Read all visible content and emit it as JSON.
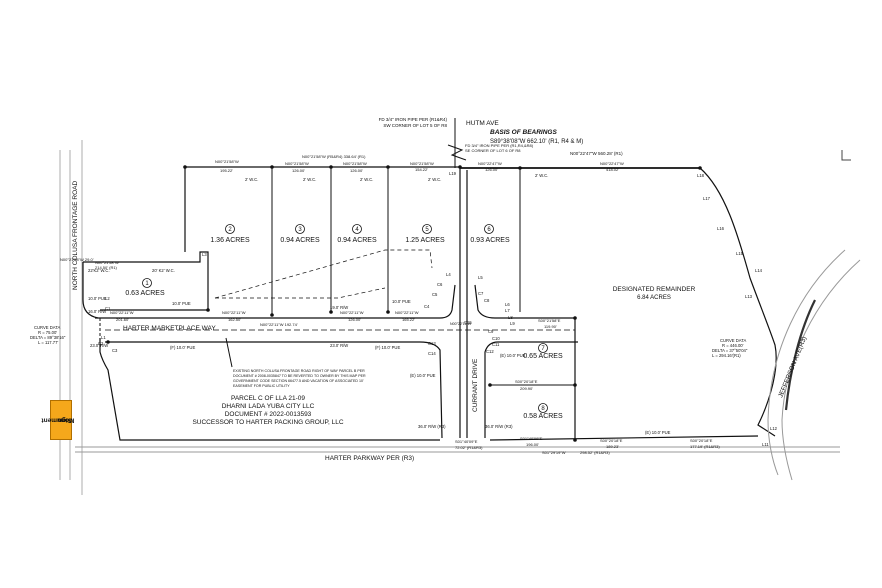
{
  "roads": {
    "north_colusa": "NORTH COLUSA FRONTAGE ROAD",
    "harter_marketplace": "HARTER MARKETPLACE WAY",
    "harter_parkway": "HARTER PARKWAY PER (R3)",
    "jefferson": "JEFFERSON AVE(R3)",
    "currant": "CURRANT DRIVE",
    "hutm": "HUTM AVE"
  },
  "basis": {
    "title": "BASIS OF BEARINGS",
    "line": "S89°38'08\"W 662.10' (R1, R4 & M)"
  },
  "iron_pipes": {
    "top_1": "FD 3/4\" IRON PIPE PER (R1&R4)",
    "top_2": "SW CORNER OF LOT 5 OF R8",
    "lower_1": "FD 3/4\" IRON PIPE PER (R1,R4,&R8)",
    "lower_2": "SE CORNER OF LOT 6 OF R8"
  },
  "lots": [
    {
      "num": "1",
      "acres": "0.63 ACRES"
    },
    {
      "num": "2",
      "acres": "1.36 ACRES"
    },
    {
      "num": "3",
      "acres": "0.94 ACRES"
    },
    {
      "num": "4",
      "acres": "0.94 ACRES"
    },
    {
      "num": "5",
      "acres": "1.25 ACRES"
    },
    {
      "num": "6",
      "acres": "0.93 ACRES"
    },
    {
      "num": "7",
      "acres": "0.65 ACRES"
    },
    {
      "num": "8",
      "acres": "0.58 ACRES"
    }
  ],
  "remainder": {
    "title": "DESIGNATED REMAINDER",
    "acres": "6.84 ACRES"
  },
  "parcel": {
    "l1": "PARCEL C OF LLA 21-09",
    "l2": "DHARNI LADA YUBA CITY LLC",
    "l3": "DOCUMENT # 2022-0013593",
    "l4": "SUCCESSOR TO HARTER PACKING GROUP, LLC"
  },
  "note": {
    "l1": "EXISTING NORTH COLUSA FRONTAGE ROAD RIGHT OF WAY PARCEL B PER",
    "l2": "DOCUMENT # 2008-0035847 TO BE REVERTED TO OWNER BY THIS MAP PER",
    "l3": "GOVERNMENT CODE SECTION 66477.5 AND VACATION OF ASSOCIATED 10'",
    "l4": "EASEMENT FOR PUBLIC UTILITY"
  },
  "curve_left": {
    "title": "CURVE DATA",
    "r": "R = 75.00'",
    "delta": "DELTA = 89°38'16\"",
    "l": "L = 117.77'"
  },
  "curve_right": {
    "title": "CURVE DATA",
    "r": "R = 446.00'",
    "delta": "DELTA = 37°50'04\"",
    "l": "L = 294.16'(R1)"
  },
  "sign": {
    "l1": "Monument",
    "l2": "Sign"
  },
  "top_bearings": {
    "b1": "N00°21'58\"W",
    "d1": "195.22'",
    "b2": "N00°21'58\"W (R5&R4) 338.64' (R1)",
    "b3": "N00°21'58\"W",
    "d3": "126.00'",
    "b4": "N00°21'58\"W",
    "d4": "126.00'",
    "b5": "N00°21'58\"W",
    "d5": "154.22'",
    "b6": "N00°22'47\"W",
    "d6": "126.00'",
    "b7": "N00°22'47\"W 560.28' (R1)",
    "b8": "N00°22'47\"W",
    "d8": "418.02'"
  },
  "mid_bearings": {
    "m1": "N00°22'11\"W",
    "m1d": "201.60'",
    "m2": "N00°22'11\"W",
    "m2d": "162.50'",
    "m3": "N00°22'11\"W 192.74'",
    "m4": "N00°22'11\"W",
    "m4d": "126.00'",
    "m5": "N00°22'11\"W",
    "m5d": "165.22'",
    "m6": "N00°22'11\"W",
    "m6d": "143.12'",
    "lot1_b": "N00°21'58\"W 29.0'",
    "lot1_b2": "N00°21'58\"W",
    "lot1_d2": "214.50' (R1)",
    "lot7_b": "S00°21'58\"E",
    "lot7_d": "119.90'",
    "lot7_b2": "S00°20'18\"E",
    "lot7_d2": "209.90'",
    "low1": "S01°40'09\"E",
    "low1d": "72.02' (R1&R3)",
    "low2": "S01°29'19\"W",
    "low2d": "298.52' (R1&R3)",
    "low3": "S01°40'09\"E",
    "low3d": "196.00'",
    "low4": "S00°20'18\"E",
    "low4d": "189.23'",
    "low5": "S00°20'18\"E",
    "low5d": "177.19' (R1&R3)"
  },
  "labels": {
    "wc": "2' W.C.",
    "wc20": "20' K2' W.C.",
    "wc_left": "22'K2' W.C.",
    "pue10": "10.0' PUE",
    "pue10_f": "(F) 10.0' PUE",
    "pue10_e": "(E) 10.0' PUE",
    "pue10_e2": "(E) 10.0' PUE",
    "rw16": "16.0' R/W",
    "rw19": "19.0' R/W",
    "rw23": "23.0' R/W",
    "rw23b": "23.0' R/W",
    "rw36": "36.0' R/W (R3)",
    "rw36b": "36.0' R/W (R3)",
    "pue_e_low": "(E) 10.0' PUE",
    "rw_right": "23.0' R/W"
  },
  "curve_tags": [
    "C1",
    "C2",
    "C3",
    "C4",
    "C5",
    "C6",
    "C7",
    "C8",
    "C9",
    "C10",
    "C11",
    "C12",
    "C13",
    "C14",
    "C15"
  ],
  "line_tags": [
    "L1",
    "L2",
    "L3",
    "L4",
    "L5",
    "L6",
    "L7",
    "L8",
    "L9",
    "L10",
    "L11",
    "L12",
    "L13",
    "L14",
    "L15",
    "L16",
    "L17",
    "L18",
    "L19"
  ]
}
